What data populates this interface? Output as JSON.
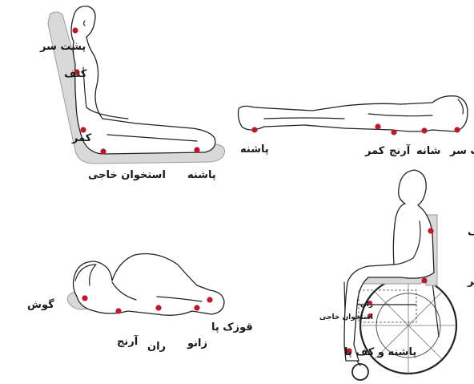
{
  "figures": {
    "reclining": {
      "points": {
        "back_of_head": "پشت سر",
        "shoulder": "کتف",
        "lower_back": "کمر",
        "tailbone": "استخوان خاجی",
        "heel": "پاشنه"
      }
    },
    "supine": {
      "points": {
        "heel": "پاشنه",
        "lower_back": "کمر",
        "elbow": "آرنج",
        "shoulder": "شانه",
        "back_of_head": "پشت سر"
      }
    },
    "side_lying": {
      "points": {
        "ear": "گوش",
        "elbow": "آرنج",
        "hip": "ران",
        "knee": "زانو",
        "ankle": "قوزک پا"
      }
    },
    "wheelchair": {
      "points": {
        "shoulder": "کتف",
        "lower_back": "کمر",
        "hip": "ران",
        "tailbone": "استخوان خاجی",
        "heel_sole": "پاشنه و کف پا"
      }
    }
  },
  "colors": {
    "pressure_point": "#c0182b",
    "support_surface": "#d9d9d9",
    "outline": "#222222"
  }
}
